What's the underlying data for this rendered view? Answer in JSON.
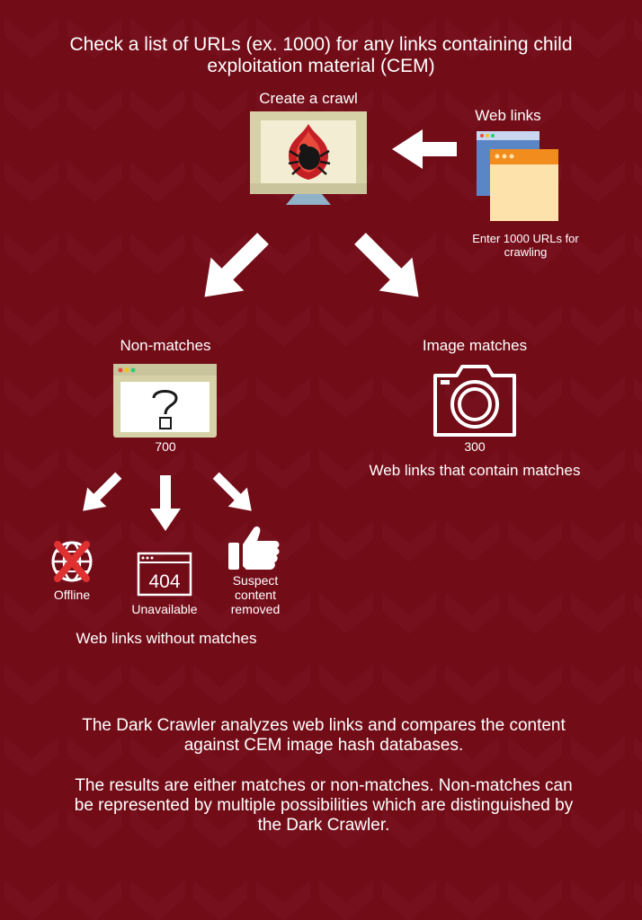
{
  "title": "Check a list of URLs (ex. 1000) for any links containing child exploitation material (CEM)",
  "crawl": {
    "label": "Create a crawl"
  },
  "web_links": {
    "label": "Web links",
    "caption": "Enter 1000 URLs for crawling"
  },
  "non_matches": {
    "label": "Non-matches",
    "count": "700"
  },
  "image_matches": {
    "label": "Image matches",
    "count": "300",
    "caption": "Web links that contain matches"
  },
  "outcomes": {
    "offline": "Offline",
    "unavailable": "Unavailable",
    "error_code": "404",
    "removed": "Suspect content removed",
    "summary": "Web links without matches"
  },
  "description": {
    "p1": "The Dark Crawler analyzes web links and compares the content against CEM image hash databases.",
    "p2": "The results are either matches or non-matches. Non-matches can be represented by multiple possibilities which are distinguished by the Dark Crawler."
  },
  "colors": {
    "background": "#720d18",
    "monitor_frame": "#d6d1a6",
    "monitor_screen": "#f3edd3",
    "logo_red": "#c41f24",
    "browser_blue": "#5b86c5",
    "browser_orange": "#f28c1c",
    "browser_cream": "#fde3ab",
    "offline_red": "#e03131"
  },
  "icons": [
    "monitor-icon",
    "crawler-logo-icon",
    "browser-window-icon",
    "question-browser-icon",
    "camera-icon",
    "globe-offline-icon",
    "error-404-icon",
    "thumbs-up-icon",
    "arrow-icon"
  ]
}
